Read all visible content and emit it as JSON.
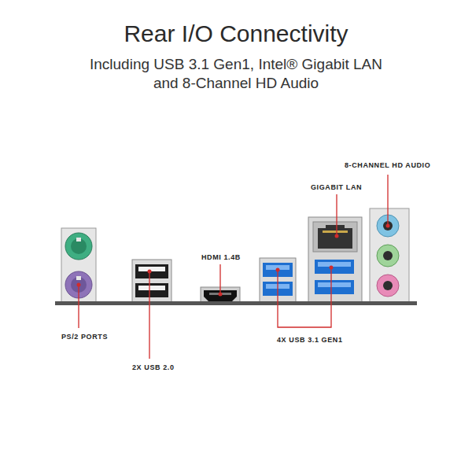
{
  "diagram": {
    "title": "Rear I/O Connectivity",
    "labels": [
      "Including USB 3.1 Gen1, Intel® Gigabit LAN and 8-Channel HD Audio",
      "8-CHANNEL HD AUDIO",
      "GIGABIT LAN",
      "HDMI 1.4B",
      "PS/2 PORTS",
      "2X USB 2.0",
      "4X USB 3.1 GEN1"
    ]
  }
}
